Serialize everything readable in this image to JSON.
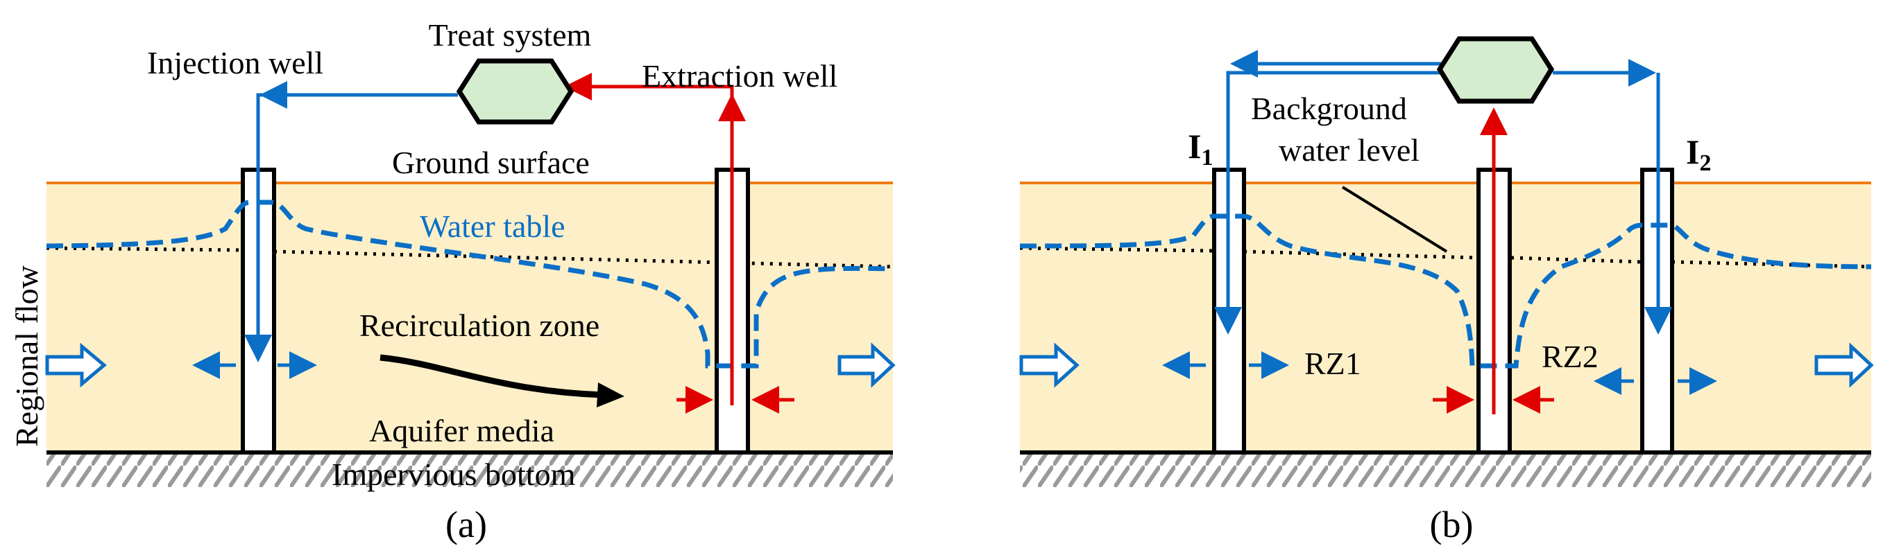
{
  "colors": {
    "aquifer_fill": "#fdefc8",
    "ground_line": "#ef7b10",
    "blue": "#0b6fc6",
    "red": "#e00000",
    "treat_fill": "#d5edcf",
    "hatch": "#9a9a9a",
    "black": "#000000"
  },
  "icons": {
    "treat_system": "hexagon-icon",
    "flow_arrow": "hollow-right-arrow-icon"
  },
  "panel_a": {
    "caption": "(a)",
    "treat_system_label": "Treat system",
    "injection_well_label": "Injection well",
    "extraction_well_label": "Extraction well",
    "ground_surface_label": "Ground surface",
    "water_table_label": "Water table",
    "recirculation_zone_label": "Recirculation zone",
    "aquifer_media_label": "Aquifer media",
    "impervious_bottom_label": "Impervious bottom",
    "regional_flow_label": "Regional flow"
  },
  "panel_b": {
    "caption": "(b)",
    "well_i1_letter": "I",
    "well_i1_sub": "1",
    "well_i2_letter": "I",
    "well_i2_sub": "2",
    "background_label_line1": "Background",
    "background_label_line2": "water level",
    "rz1_label": "RZ1",
    "rz2_label": "RZ2"
  }
}
